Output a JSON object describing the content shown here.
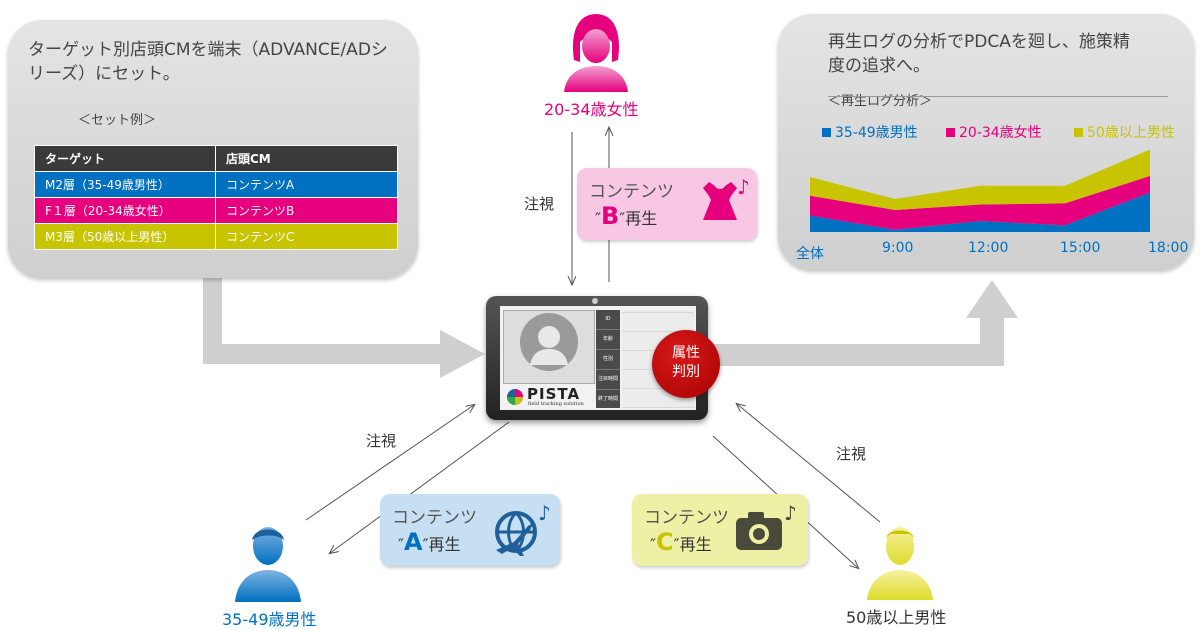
{
  "left_panel": {
    "text_line1": "ターゲット別店頭CMを端末（ADVANCE/ADシ",
    "text_line2": "リーズ）にセット。",
    "example_label": "＜セット例＞",
    "table": {
      "headers": [
        "ターゲット",
        "店頭CM"
      ],
      "rows": [
        {
          "target": "M2層（35-49歳男性）",
          "cm": "コンテンツA",
          "color": "#0070c0"
        },
        {
          "target": "F１層（20-34歳女性）",
          "cm": "コンテンツB",
          "color": "#e6007e"
        },
        {
          "target": "M3層（50歳以上男性）",
          "cm": "コンテンツC",
          "color": "#c8c400"
        }
      ]
    }
  },
  "right_panel": {
    "text_line1": "再生ログの分析でPDCAを廻し、施策精",
    "text_line2": "度の追求へ。",
    "chart_title": "＜再生ログ分析＞"
  },
  "chart_data": {
    "type": "area",
    "title": "＜再生ログ分析＞",
    "stacked": true,
    "x": [
      "全体",
      "9:00",
      "12:00",
      "15:00",
      "18:00"
    ],
    "series": [
      {
        "name": "35-49歳男性",
        "color": "#0070c0",
        "values": [
          15,
          2,
          10,
          6,
          36
        ]
      },
      {
        "name": "20-34歳女性",
        "color": "#e6007e",
        "values": [
          18,
          18,
          15,
          20,
          15
        ]
      },
      {
        "name": "50歳以上男性",
        "color": "#c8c400",
        "values": [
          17,
          10,
          17,
          16,
          24
        ]
      }
    ],
    "grid": false,
    "legend": "top"
  },
  "people": {
    "female": {
      "label": "20-34歳女性",
      "color": "#e6007e",
      "icon": "woman-icon"
    },
    "male_a": {
      "label": "35-49歳男性",
      "color": "#0070c0",
      "icon": "man-icon"
    },
    "male_c": {
      "label": "50歳以上男性",
      "color": "#333333",
      "icon": "man-icon"
    }
  },
  "gaze_label": "注視",
  "contents": {
    "b": {
      "label": "コンテンツ",
      "quote_open": "″",
      "letter": "B",
      "quote_close": "″",
      "play": "再生",
      "letter_color": "#e6007e",
      "icon": "dress-icon"
    },
    "a": {
      "label": "コンテンツ",
      "quote_open": "″",
      "letter": "A",
      "quote_close": "″",
      "play": "再生",
      "letter_color": "#0070c0",
      "icon": "airplane-globe-icon"
    },
    "c": {
      "label": "コンテンツ",
      "quote_open": "″",
      "letter": "C",
      "quote_close": "″",
      "play": "再生",
      "letter_color": "#c8c400",
      "icon": "camera-icon"
    }
  },
  "device": {
    "brand": "PISTA",
    "tagline": "field tracking solution",
    "badge_line1": "属性",
    "badge_line2": "判別",
    "field_labels": [
      "ID",
      "年齢",
      "性別",
      "注目時間",
      "終了時間"
    ]
  }
}
